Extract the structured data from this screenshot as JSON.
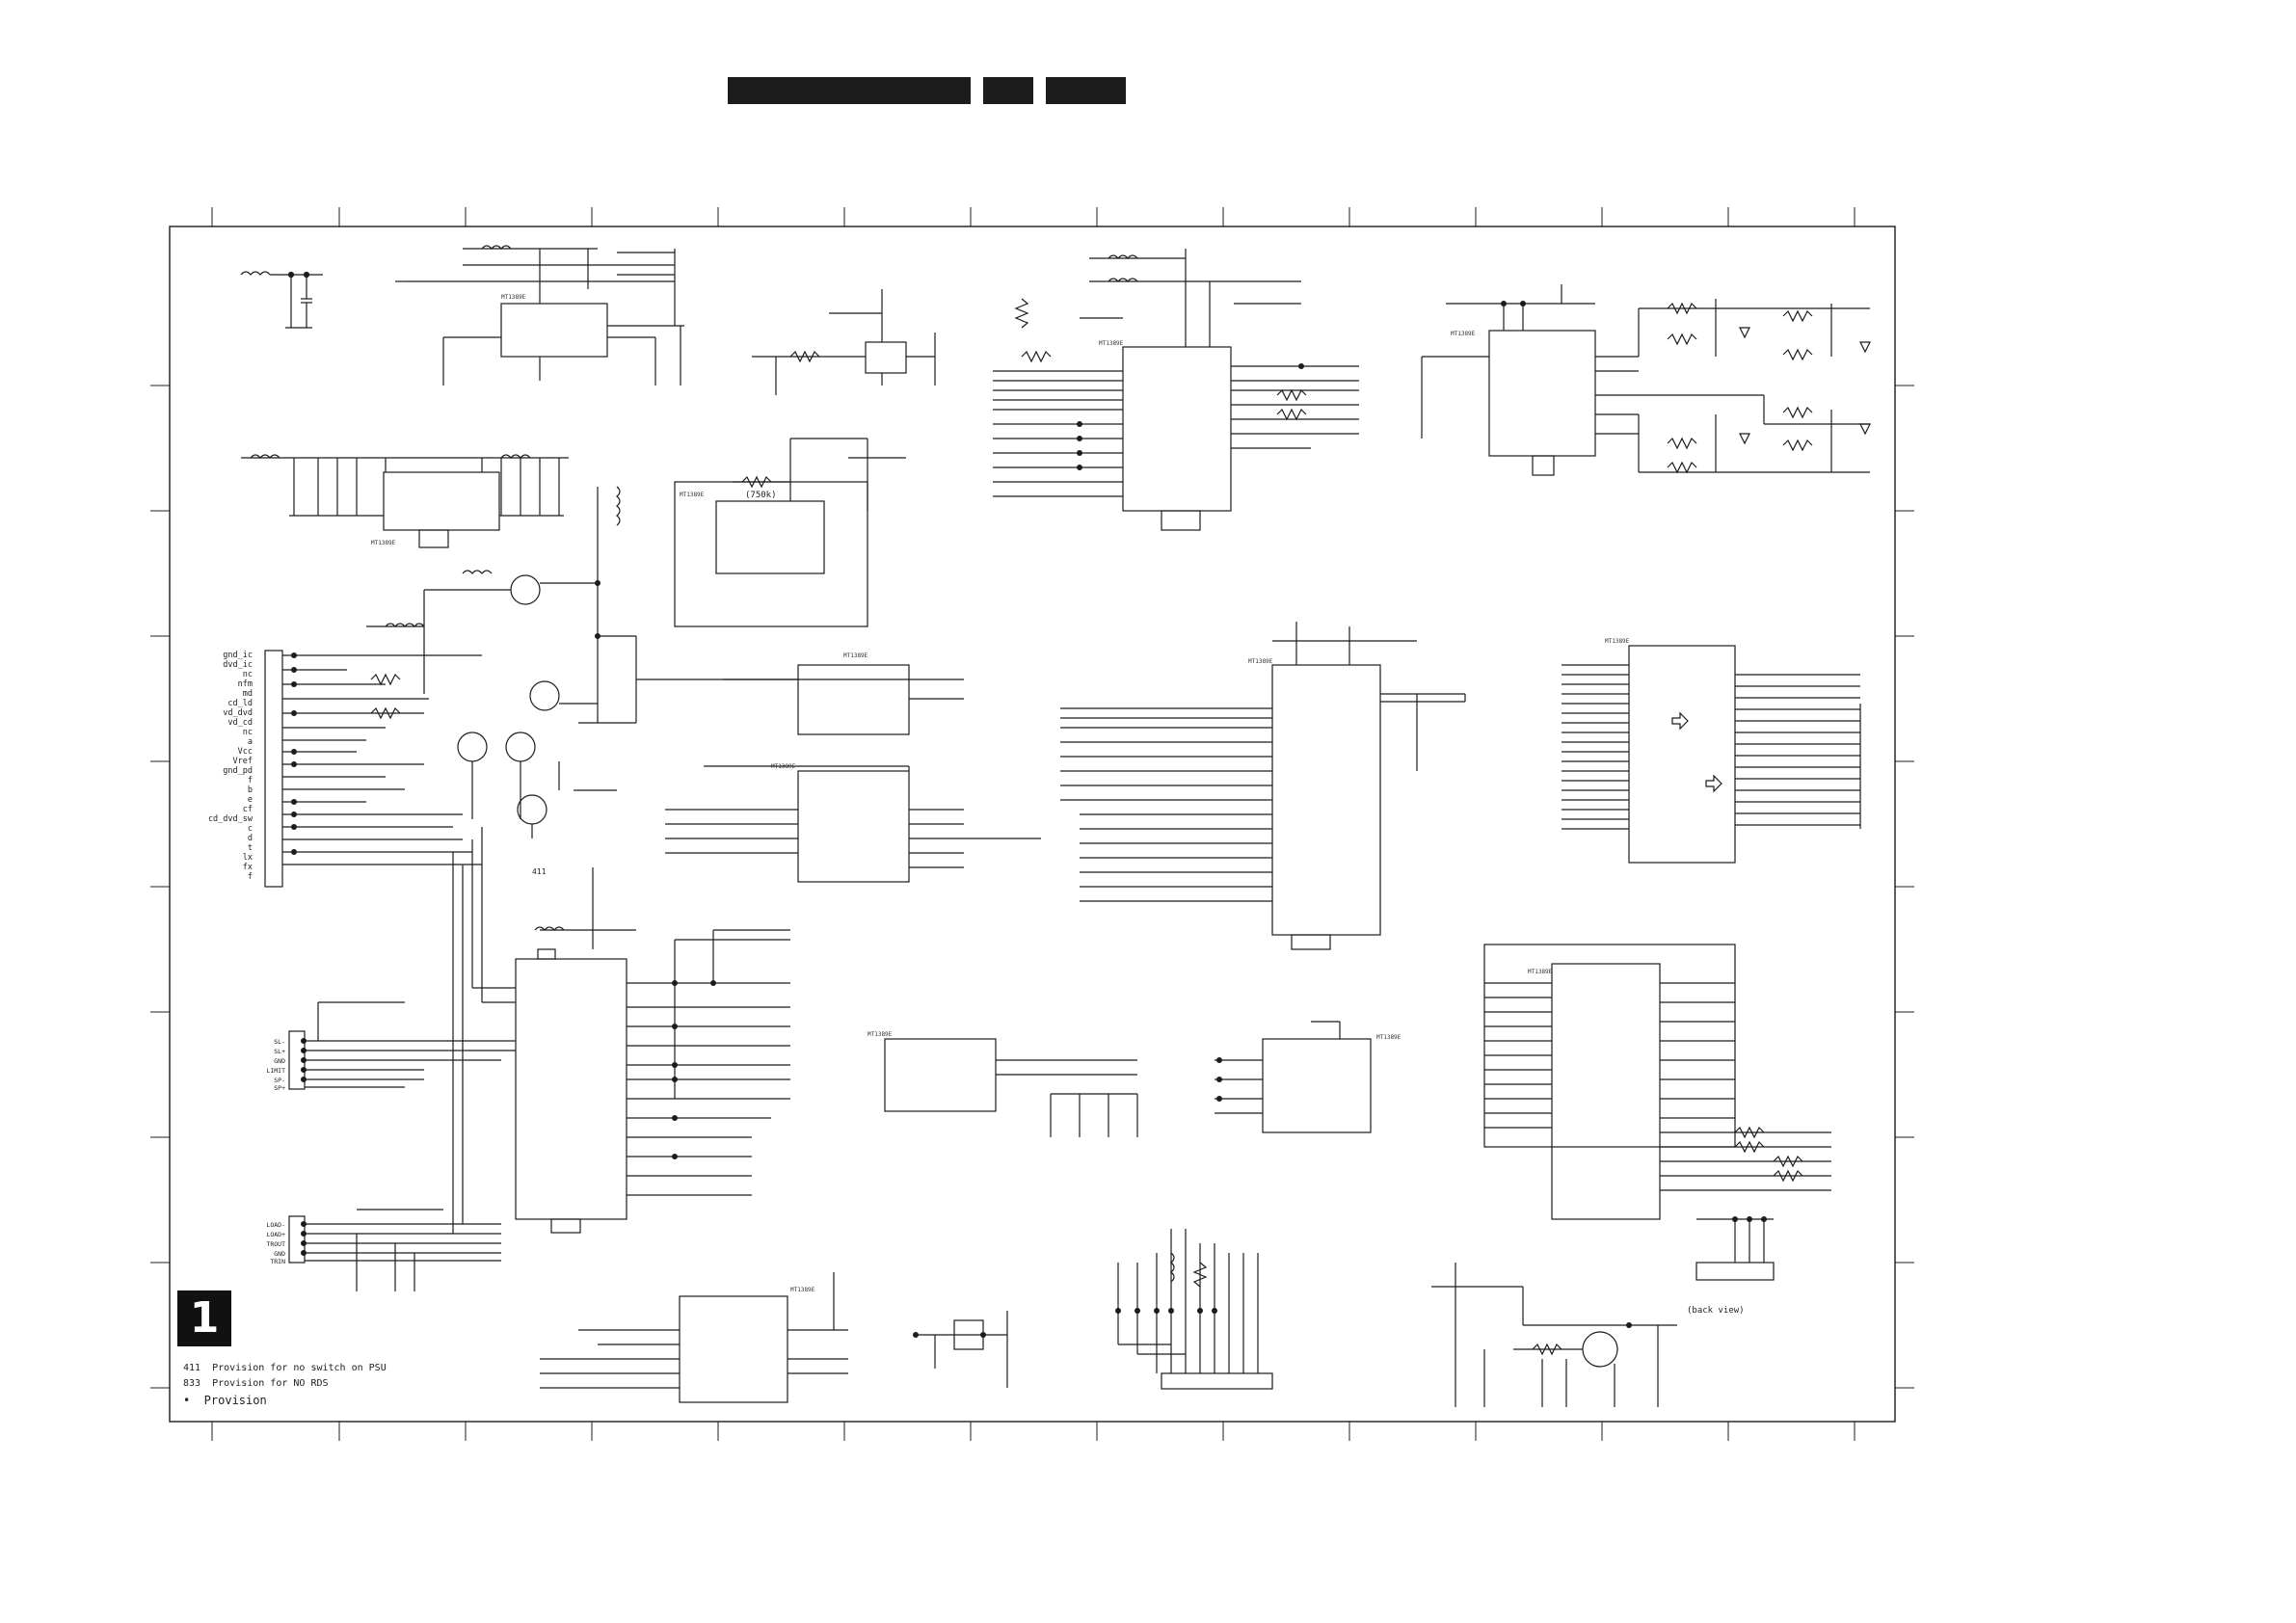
{
  "page": {
    "sheet_number": "1",
    "colors": {
      "ink": "#1c1c1c",
      "paper": "#ffffff"
    }
  },
  "header_blocks": [
    {
      "name": "header-title-block",
      "text": ""
    },
    {
      "name": "header-page-block",
      "text": ""
    },
    {
      "name": "header-version-block",
      "text": ""
    }
  ],
  "chip_labels": {
    "ic_generic": "MT1389E",
    "ic_bottom": "MT1389E",
    "crystal_freq": "(750k)"
  },
  "connector_left": {
    "pins": [
      "gnd_ic",
      "dvd_ic",
      "nc",
      "nfm",
      "md",
      "cd_ld",
      "vd_dvd",
      "vd_cd",
      "nc",
      "a",
      "Vcc",
      "Vref",
      "gnd_pd",
      "f",
      "b",
      "e",
      "cf",
      "cd_dvd_sw",
      "c",
      "d",
      "t",
      "lx",
      "fx",
      "f"
    ]
  },
  "connector_mid": {
    "pins": [
      "SL-",
      "SL+",
      "GND",
      "LIMIT",
      "SP-",
      "SP+"
    ]
  },
  "connector_loader": {
    "pins": [
      "LOAD-",
      "LOAD+",
      "TROUT",
      "GND",
      "TRIN"
    ]
  },
  "labels": {
    "net_411": "411",
    "osc_note": "(back view)"
  },
  "notes": [
    "411  Provision for no switch on PSU",
    "833  Provision for NO RDS",
    "•  Provision"
  ]
}
